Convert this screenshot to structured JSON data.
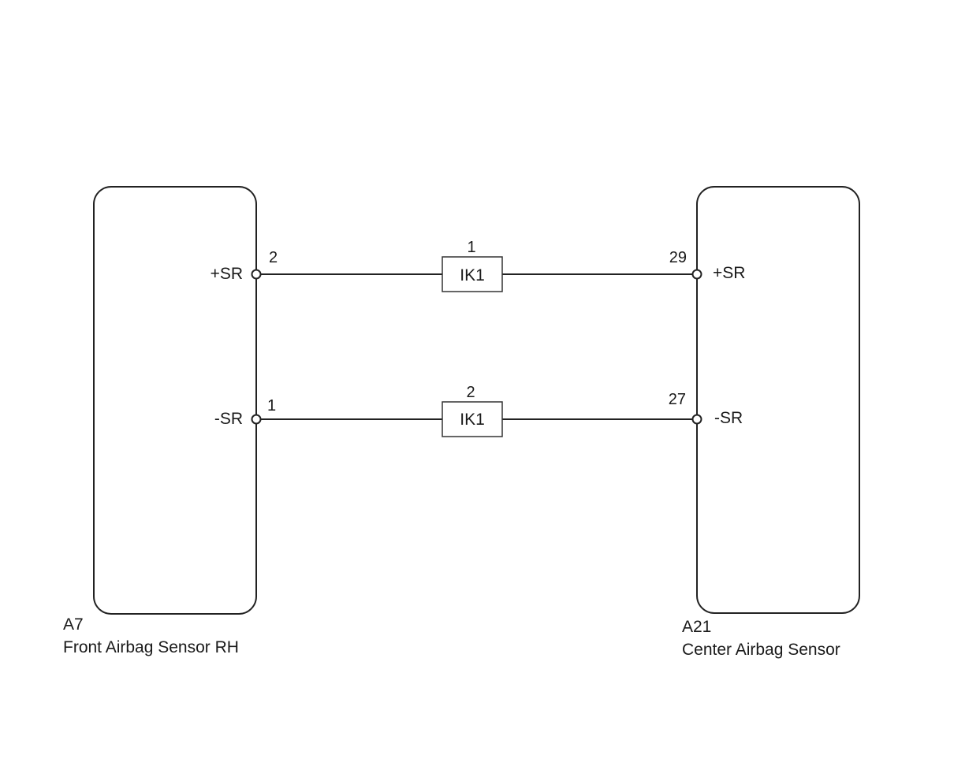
{
  "components": {
    "left": {
      "code": "A7",
      "name": "Front Airbag Sensor RH",
      "pins": [
        {
          "label": "+SR",
          "number": "2"
        },
        {
          "label": "-SR",
          "number": "1"
        }
      ]
    },
    "right": {
      "code": "A21",
      "name": "Center Airbag Sensor",
      "pins": [
        {
          "label": "+SR",
          "number": "29"
        },
        {
          "label": "-SR",
          "number": "27"
        }
      ]
    }
  },
  "connectors": [
    {
      "name": "IK1",
      "pin": "1"
    },
    {
      "name": "IK1",
      "pin": "2"
    }
  ]
}
